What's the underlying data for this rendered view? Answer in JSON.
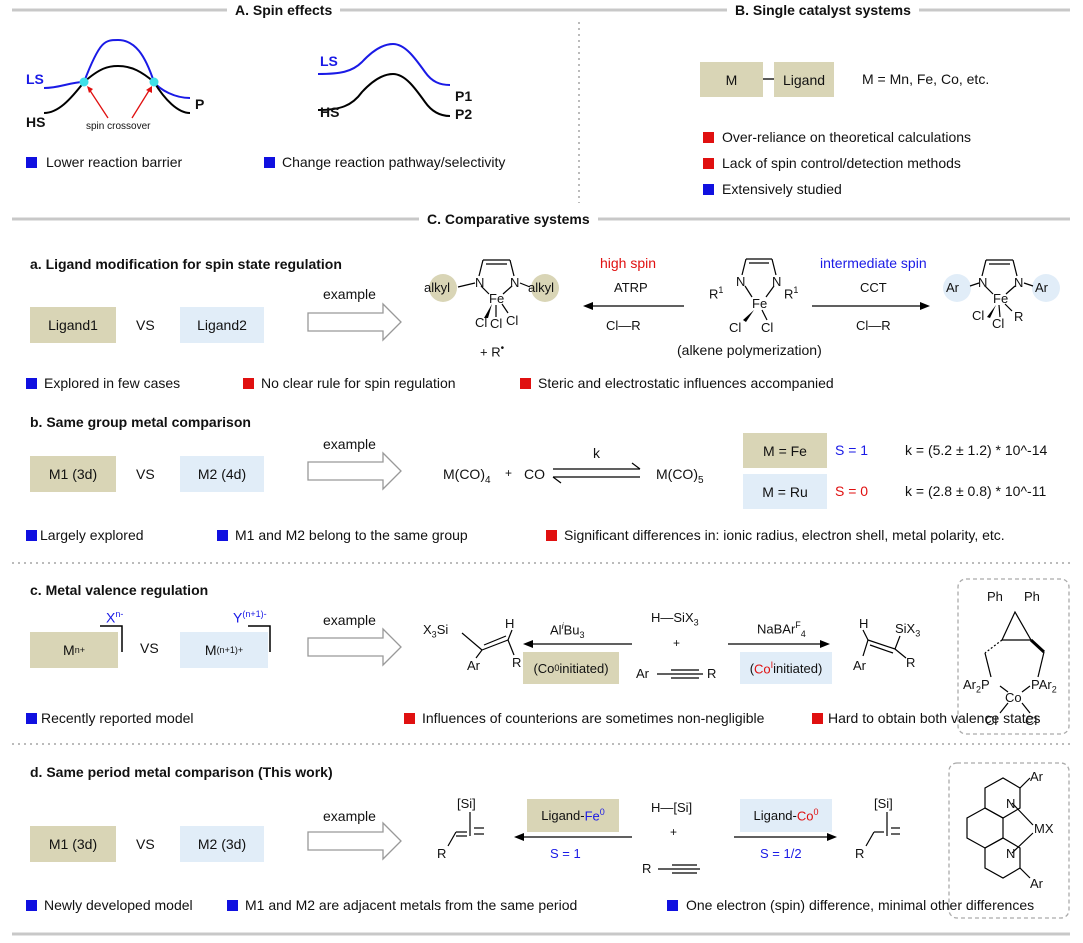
{
  "colors": {
    "olive": "#d9d5b6",
    "light_blue": "#e1edf8",
    "blue_sq": "#1010e0",
    "red_sq": "#e01010",
    "blue_text": "#1a1ae6",
    "red_text": "#e01010",
    "cyan": "#3fe0e8"
  },
  "sectionA": {
    "title": "A. Spin effects",
    "ls1": "LS",
    "hs1": "HS",
    "p": "P",
    "crossover": "spin crossover",
    "ls2": "LS",
    "hs2": "HS",
    "p1": "P1",
    "p2": "P2",
    "legend": [
      {
        "color": "blue",
        "text": "Lower reaction barrier"
      },
      {
        "color": "blue",
        "text": "Change reaction pathway/selectivity"
      }
    ]
  },
  "sectionB": {
    "title": "B. Single catalyst systems",
    "m_box": "M",
    "ligand_box": "Ligand",
    "m_eq": "M = Mn, Fe, Co, etc.",
    "legend": [
      {
        "color": "red",
        "text": "Over-reliance on theoretical calculations"
      },
      {
        "color": "red",
        "text": "Lack of spin control/detection methods"
      },
      {
        "color": "blue",
        "text": "Extensively studied"
      }
    ]
  },
  "sectionC": {
    "title": "C. Comparative systems"
  },
  "a": {
    "title": "a. Ligand modification for spin state regulation",
    "box1": "Ligand1",
    "vs": "VS",
    "box2": "Ligand2",
    "example": "example",
    "high_spin": "high spin",
    "atrp": "ATRP",
    "clr1": "Cl—R",
    "intermediate_spin": "intermediate spin",
    "cct": "CCT",
    "clr2": "Cl—R",
    "alkyl": "alkyl",
    "fe": "Fe",
    "n": "N",
    "r1": "R",
    "r1sup": "1",
    "cl": "Cl",
    "ar": "Ar",
    "r": "R",
    "rdot": "+  R",
    "polymerization": "(alkene polymerization)",
    "legend": [
      {
        "color": "blue",
        "text": "Explored in few cases"
      },
      {
        "color": "red",
        "text": "No clear rule for spin regulation"
      },
      {
        "color": "red",
        "text": "Steric and electrostatic influences accompanied"
      }
    ]
  },
  "b": {
    "title": "b. Same group metal comparison",
    "box1": "M1 (3d)",
    "vs": "VS",
    "box2": "M2 (4d)",
    "example": "example",
    "mco4": "M(CO)",
    "sub4": "4",
    "plus": "+",
    "co": "CO",
    "k": "k",
    "mco5": "M(CO)",
    "sub5": "5",
    "fe_box": "M = Fe",
    "s_fe": "S = 1",
    "k_fe": "k = (5.2 ± 1.2) * 10^-14",
    "ru_box": "M = Ru",
    "s_ru": "S = 0",
    "k_ru": "k = (2.8 ± 0.8) * 10^-11",
    "legend": [
      {
        "color": "blue",
        "text": "Largely explored"
      },
      {
        "color": "blue",
        "text": "M1 and M2 belong to the same group"
      },
      {
        "color": "red",
        "text": "Significant differences in: ionic radius, electron shell, metal polarity, etc."
      }
    ]
  },
  "c": {
    "title": "c. Metal valence regulation",
    "x": "X",
    "xsup": "n-",
    "m1": "M",
    "m1sup": "n+",
    "vs": "VS",
    "y": "Y",
    "ysup": "(n+1)-",
    "m2": "M",
    "m2sup": "(n+1)+",
    "example": "example",
    "x3si": "X",
    "x3sub": "3",
    "si": "Si",
    "h": "H",
    "ar": "Ar",
    "r": "R",
    "albu": "Al",
    "ibu": "i",
    "bu3": "Bu",
    "bu3sub": "3",
    "co0_pre": "(Co",
    "co0_sup": "0",
    "co0_post": " initiated)",
    "hsix3": "H—SiX",
    "hsix3sub": "3",
    "plus": "+",
    "ar2": "Ar",
    "r2": "R",
    "nabar": "NaBAr",
    "nabar_sup": "F",
    "nabar_sub": "4",
    "coI_pre": "(Co",
    "coI_sup": "I",
    "coI_post": " initiated)",
    "six3": "SiX",
    "six3sub": "3",
    "ph1": "Ph",
    "ph2": "Ph",
    "ar2p": "Ar",
    "ar2psub": "2",
    "p": "P",
    "pAr2": "PAr",
    "pAr2sub": "2",
    "co": "Co",
    "cl": "Cl",
    "legend": [
      {
        "color": "blue",
        "text": "Recently reported model"
      },
      {
        "color": "red",
        "text": "Influences of counterions are sometimes non-negligible"
      },
      {
        "color": "red",
        "text": "Hard to obtain both valence states"
      }
    ]
  },
  "d": {
    "title": "d. Same period metal comparison (This work)",
    "box1": "M1 (3d)",
    "vs": "VS",
    "box2": "M2 (3d)",
    "example": "example",
    "si": "[Si]",
    "r": "R",
    "fe_pre": "Ligand-",
    "fe_metal": "Fe",
    "fe_sup": "0",
    "s_fe": "S = 1",
    "hsi": "H—[Si]",
    "plus": "+",
    "co_pre": "Ligand-",
    "co_metal": "Co",
    "co_sup": "0",
    "s_co": "S = 1/2",
    "ar": "Ar",
    "n": "N",
    "mx": "MX",
    "legend": [
      {
        "color": "blue",
        "text": "Newly developed model"
      },
      {
        "color": "blue",
        "text": "M1 and M2 are adjacent metals from the same period"
      },
      {
        "color": "blue",
        "text": "One electron (spin) difference, minimal other differences"
      }
    ]
  }
}
